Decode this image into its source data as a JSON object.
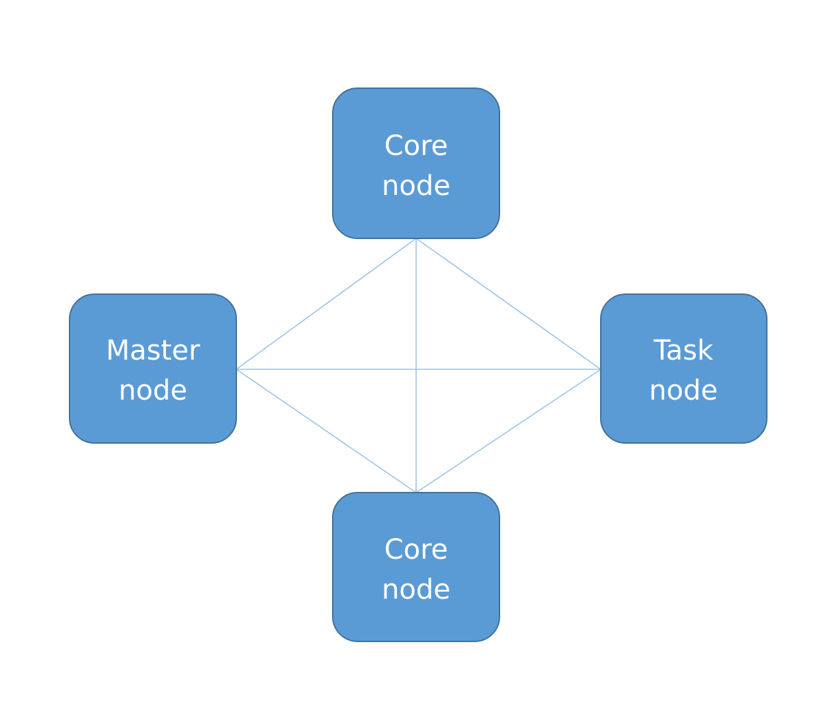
{
  "diagram": {
    "colors": {
      "node_fill": "#5b9bd5",
      "node_border": "#41719c",
      "node_text": "#ffffff",
      "connector": "#9dc3e6",
      "background": "#ffffff"
    },
    "nodes": {
      "core_top": {
        "line1": "Core",
        "line2": "node"
      },
      "master": {
        "line1": "Master",
        "line2": "node"
      },
      "task": {
        "line1": "Task",
        "line2": "node"
      },
      "core_bottom": {
        "line1": "Core",
        "line2": "node"
      }
    },
    "connections": [
      [
        "core_top",
        "master"
      ],
      [
        "core_top",
        "task"
      ],
      [
        "core_top",
        "core_bottom"
      ],
      [
        "master",
        "task"
      ],
      [
        "master",
        "core_bottom"
      ],
      [
        "task",
        "core_bottom"
      ]
    ]
  }
}
